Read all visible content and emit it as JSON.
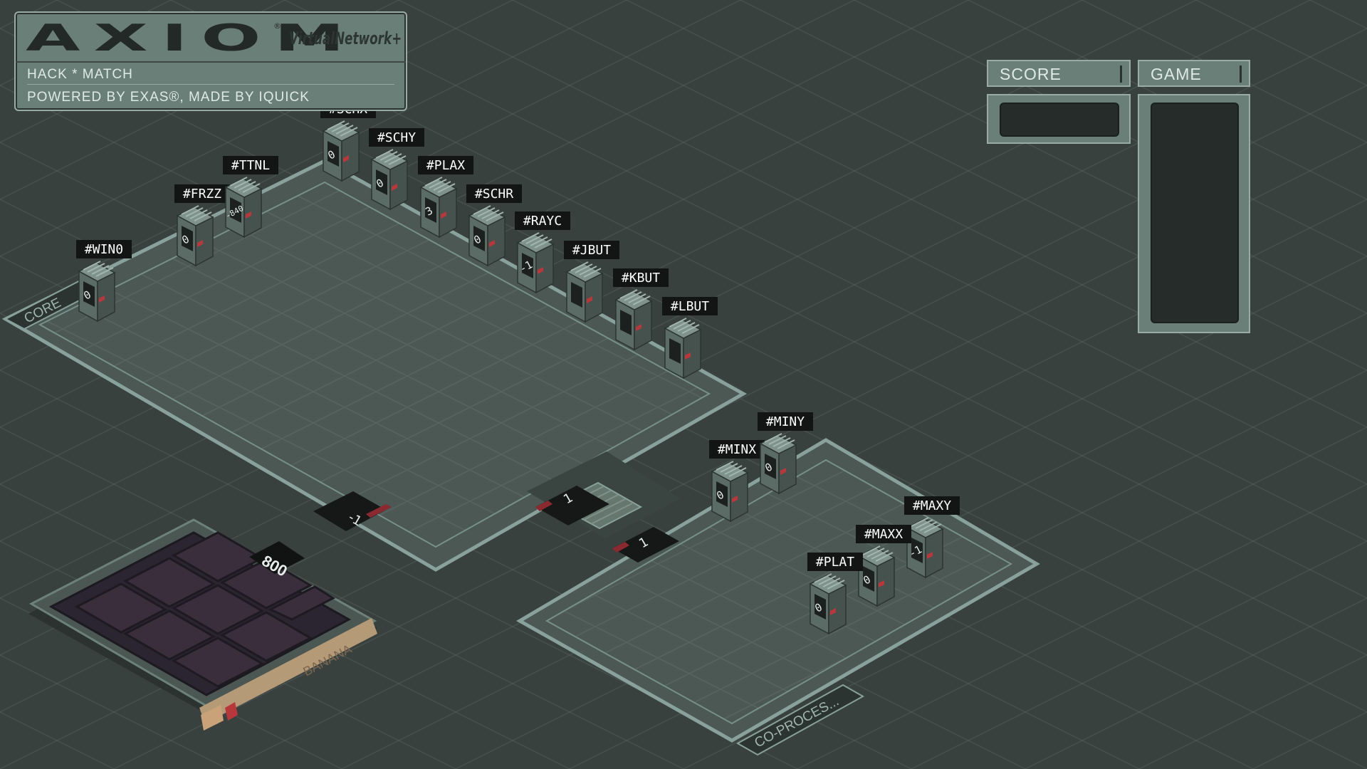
{
  "header": {
    "logo": "AXIOM",
    "logo_registered": "®",
    "subtitle": "VirtualNetwork+",
    "line1": "HACK * MATCH",
    "line2": "POWERED BY EXAS®, MADE BY IQUICK"
  },
  "panels": {
    "score_label": "SCORE",
    "game_label": "GAME"
  },
  "hosts": {
    "core": "CORE",
    "coprocessor": "CO-PROCES...",
    "core_pad": "800",
    "core_pad_label": "BANANA"
  },
  "links": {
    "core_to_pad": "-1",
    "core_to_bridge": "1",
    "coproc_from_bridge": "1"
  },
  "registers": [
    {
      "name": "#WIN0",
      "value": "0"
    },
    {
      "name": "#FRZZ",
      "value": "0"
    },
    {
      "name": "#TTNL",
      "value": "-840"
    },
    {
      "name": "#SCHX",
      "value": "0"
    },
    {
      "name": "#SCHY",
      "value": "0"
    },
    {
      "name": "#PLAX",
      "value": "3"
    },
    {
      "name": "#SCHR",
      "value": "0"
    },
    {
      "name": "#RAYC",
      "value": "-1"
    },
    {
      "name": "#JBUT",
      "value": ""
    },
    {
      "name": "#KBUT",
      "value": ""
    },
    {
      "name": "#LBUT",
      "value": ""
    },
    {
      "name": "#MINX",
      "value": "0"
    },
    {
      "name": "#MINY",
      "value": "0"
    },
    {
      "name": "#MAXY",
      "value": "-1"
    },
    {
      "name": "#MAXX",
      "value": "0"
    },
    {
      "name": "#PLAT",
      "value": "0"
    }
  ],
  "colors": {
    "background": "#39413e",
    "floor": "#4c5854",
    "floor_edge": "#88a19a",
    "label_bg": "#121514",
    "label_text": "#ffffff"
  }
}
